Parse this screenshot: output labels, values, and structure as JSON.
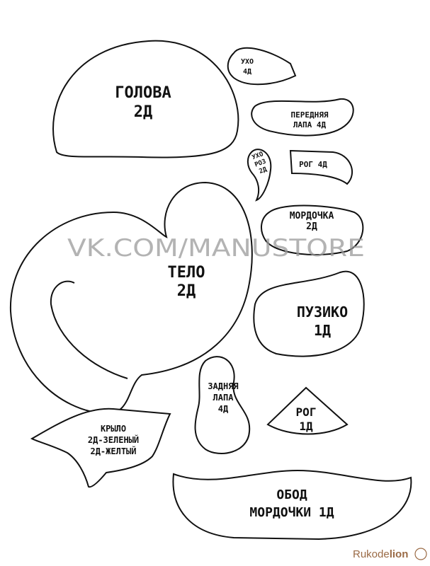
{
  "pieces": {
    "head": {
      "line1": "ГОЛОВА",
      "line2": "2Д"
    },
    "ear": {
      "line1": "УХО",
      "line2": "4Д"
    },
    "front_paw": {
      "line1": "ПЕРЕДНЯЯ",
      "line2": "ЛАПА 4Д"
    },
    "pink_ear": {
      "line1": "УХО",
      "line2": "РОЗ",
      "line3": "2Д"
    },
    "horn_small": {
      "line1": "РОГ 4Д"
    },
    "muzzle": {
      "line1": "МОРДОЧКА",
      "line2": "2Д"
    },
    "body": {
      "line1": "ТЕЛО",
      "line2": "2Д"
    },
    "belly": {
      "line1": "ПУЗИКО",
      "line2": "1Д"
    },
    "hind_paw": {
      "line1": "ЗАДНЯЯ",
      "line2": "ЛАПА",
      "line3": "4Д"
    },
    "horn_big": {
      "line1": "РОГ",
      "line2": "1Д"
    },
    "wing": {
      "line1": "КРЫЛО",
      "line2": "2Д-ЗЕЛЕНЫЙ",
      "line3": "2Д-ЖЕЛТЫЙ"
    },
    "muzzle_rim": {
      "line1": "ОБОД",
      "line2": "МОРДОЧКИ 1Д"
    }
  },
  "watermark": "VK.COM/MANUSTORE",
  "logo": {
    "text_a": "Rukode",
    "text_b": "lion"
  },
  "colors": {
    "outline": "#111111",
    "watermark": "#9a9a9a",
    "logo": "#9a6a45"
  }
}
